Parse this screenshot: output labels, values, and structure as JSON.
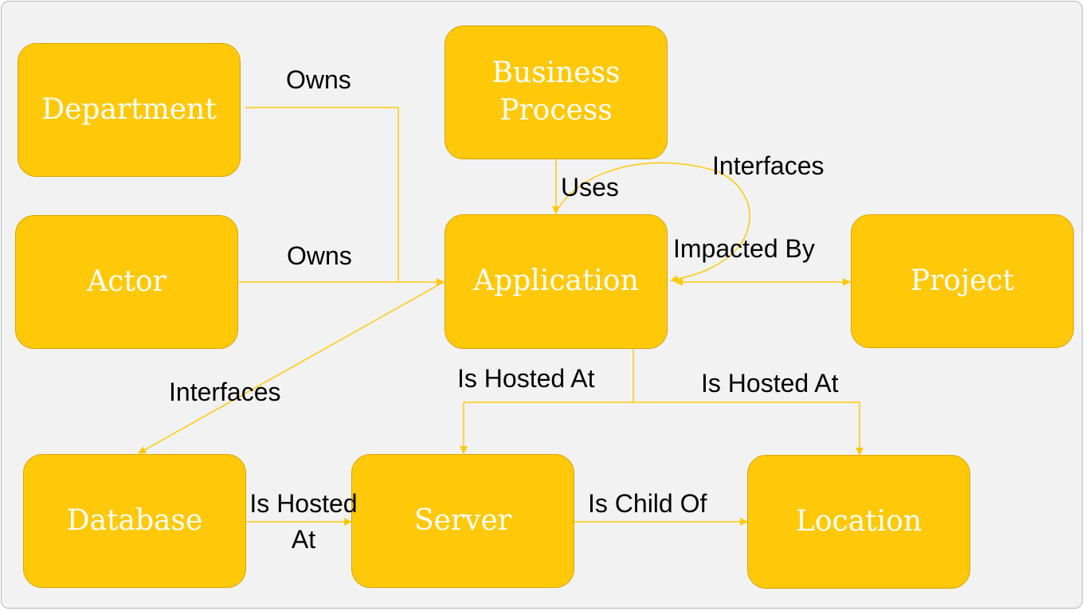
{
  "colors": {
    "node_fill": "#ffc90a",
    "node_border": "#d9a400",
    "connector": "#ffc90a",
    "node_text": "#ffffff",
    "label_text": "#000000",
    "background": "#f2f2f2"
  },
  "nodes": {
    "department": "Department",
    "business_process": "Business\nProcess",
    "actor": "Actor",
    "application": "Application",
    "project": "Project",
    "database": "Database",
    "server": "Server",
    "location": "Location"
  },
  "edges": {
    "department_owns": "Owns",
    "actor_owns": "Owns",
    "uses": "Uses",
    "interfaces_self": "Interfaces",
    "impacted_by": "Impacted By",
    "interfaces_db": "Interfaces",
    "app_hosted_server": "Is Hosted At",
    "app_hosted_location": "Is Hosted At",
    "db_hosted": "Is Hosted\nAt",
    "child_of": "Is Child Of"
  }
}
